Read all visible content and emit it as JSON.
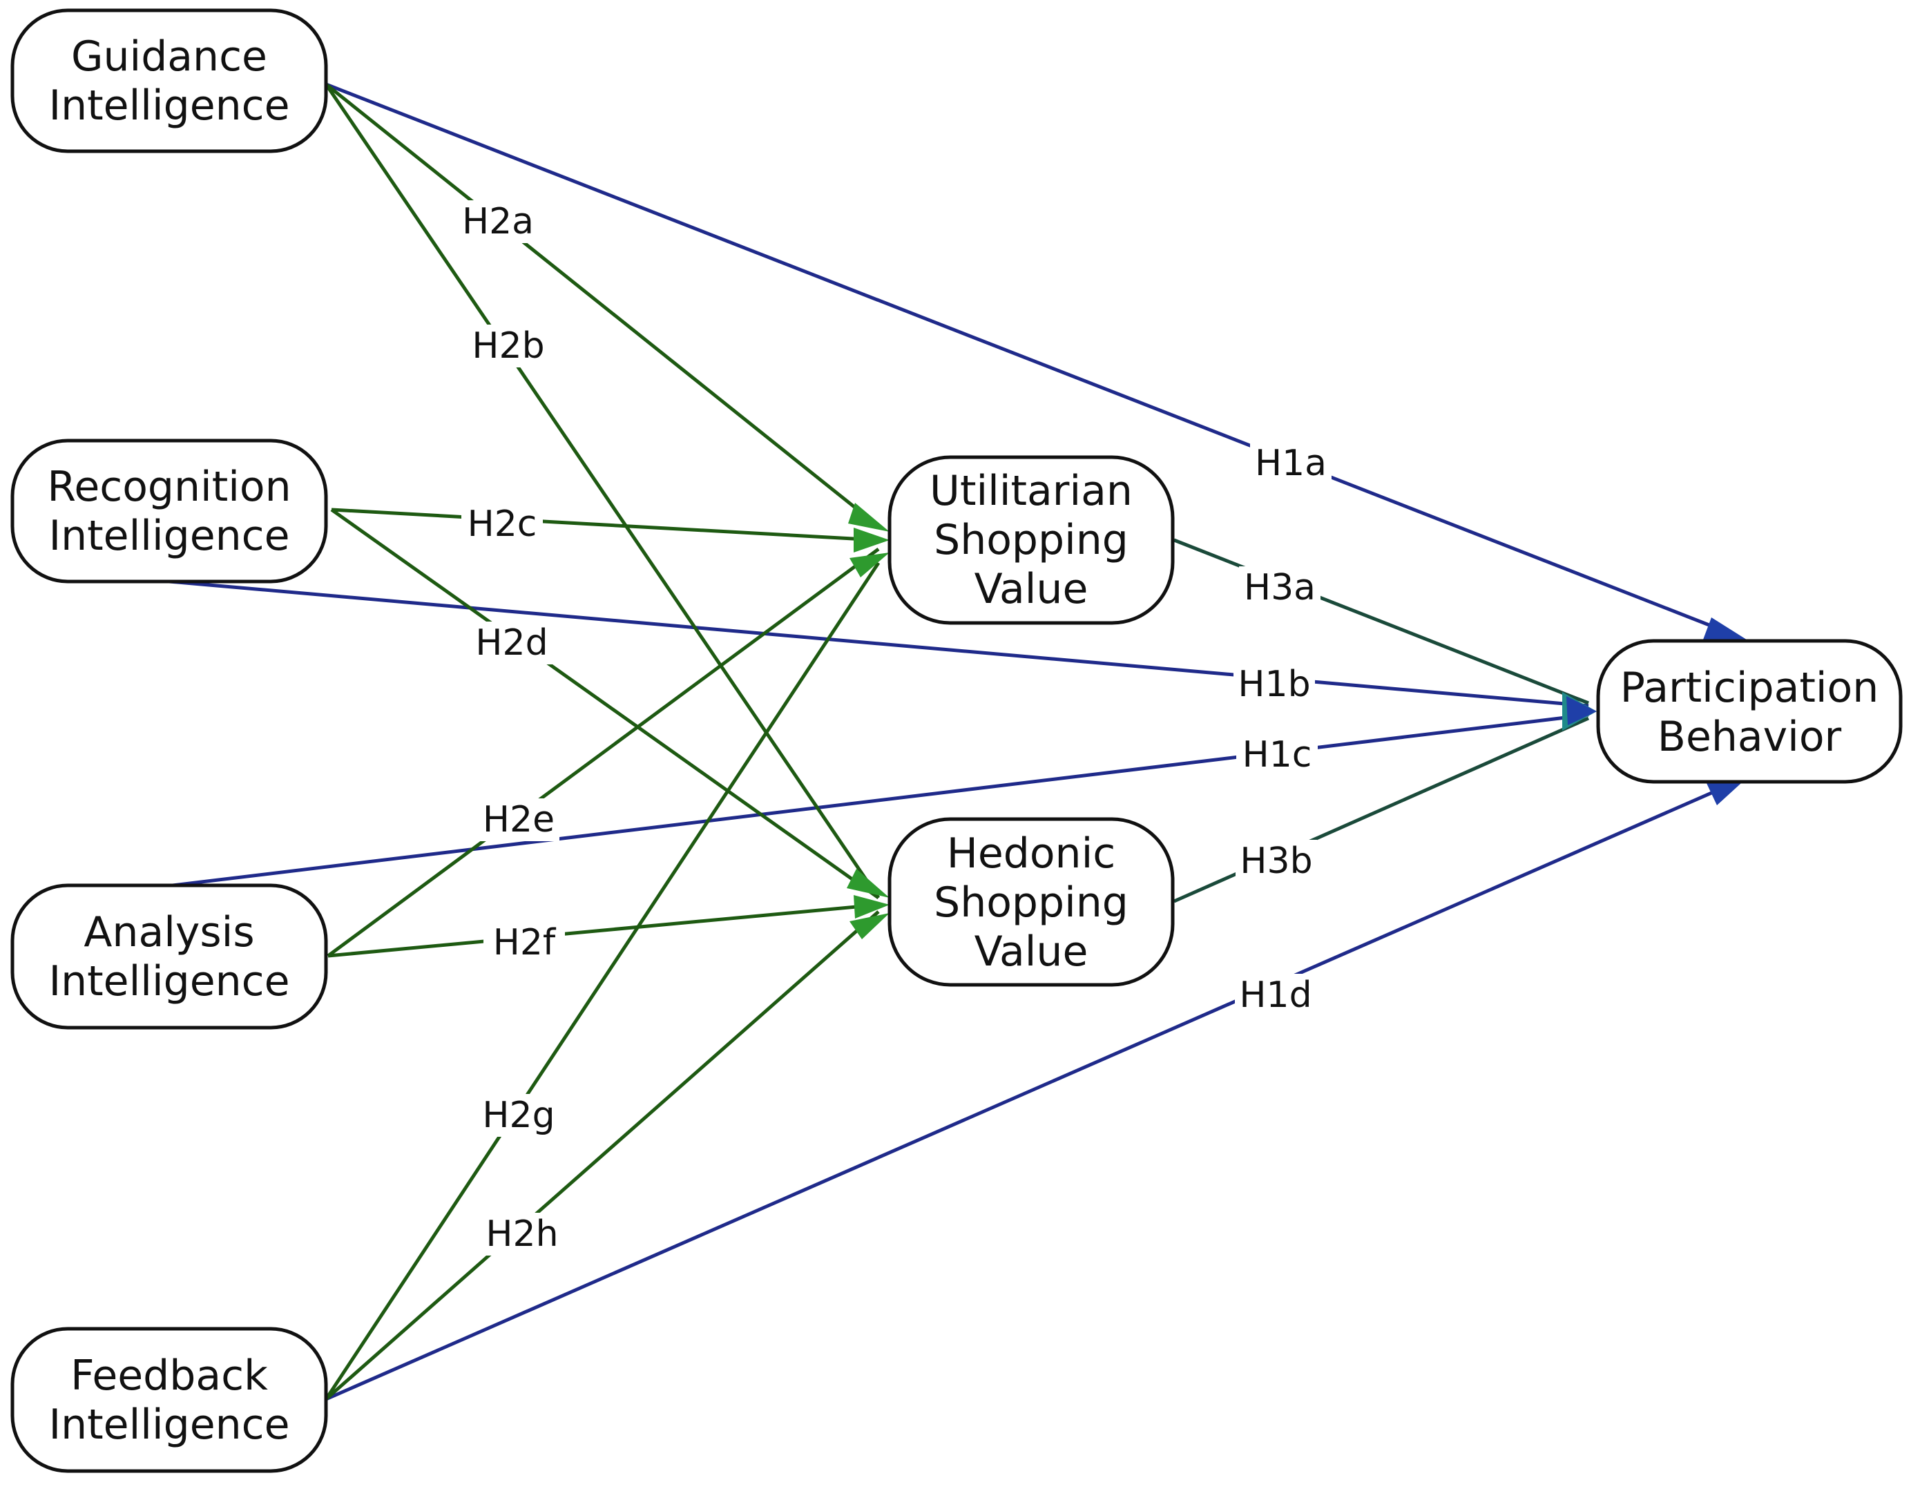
{
  "colors": {
    "direct_path": "#1f2a8a",
    "mediator_path": "#1e5a12",
    "arrow_green": "#2e9a2e",
    "arrow_blue": "#1f3fa8",
    "arrow_teal": "#1f8a8a",
    "outcome_path": "#1a4a3a"
  },
  "nodes": {
    "guidance": {
      "line1": "Guidance",
      "line2": "Intelligence"
    },
    "recognition": {
      "line1": "Recognition",
      "line2": "Intelligence"
    },
    "analysis": {
      "line1": "Analysis",
      "line2": "Intelligence"
    },
    "feedback": {
      "line1": "Feedback",
      "line2": "Intelligence"
    },
    "utilitarian": {
      "line1": "Utilitarian",
      "line2": "Shopping",
      "line3": "Value"
    },
    "hedonic": {
      "line1": "Hedonic",
      "line2": "Shopping",
      "line3": "Value"
    },
    "participation": {
      "line1": "Participation",
      "line2": "Behavior"
    }
  },
  "edges": [
    {
      "id": "H1a",
      "label": "H1a",
      "from": "guidance",
      "to": "participation",
      "kind": "direct"
    },
    {
      "id": "H1b",
      "label": "H1b",
      "from": "recognition",
      "to": "participation",
      "kind": "direct"
    },
    {
      "id": "H1c",
      "label": "H1c",
      "from": "analysis",
      "to": "participation",
      "kind": "direct"
    },
    {
      "id": "H1d",
      "label": "H1d",
      "from": "feedback",
      "to": "participation",
      "kind": "direct"
    },
    {
      "id": "H2a",
      "label": "H2a",
      "from": "guidance",
      "to": "utilitarian",
      "kind": "mediator"
    },
    {
      "id": "H2b",
      "label": "H2b",
      "from": "guidance",
      "to": "hedonic",
      "kind": "mediator"
    },
    {
      "id": "H2c",
      "label": "H2c",
      "from": "recognition",
      "to": "utilitarian",
      "kind": "mediator"
    },
    {
      "id": "H2d",
      "label": "H2d",
      "from": "recognition",
      "to": "hedonic",
      "kind": "mediator"
    },
    {
      "id": "H2e",
      "label": "H2e",
      "from": "analysis",
      "to": "utilitarian",
      "kind": "mediator"
    },
    {
      "id": "H2f",
      "label": "H2f",
      "from": "analysis",
      "to": "hedonic",
      "kind": "mediator"
    },
    {
      "id": "H2g",
      "label": "H2g",
      "from": "feedback",
      "to": "utilitarian",
      "kind": "mediator"
    },
    {
      "id": "H2h",
      "label": "H2h",
      "from": "feedback",
      "to": "hedonic",
      "kind": "mediator"
    },
    {
      "id": "H3a",
      "label": "H3a",
      "from": "utilitarian",
      "to": "participation",
      "kind": "outcome"
    },
    {
      "id": "H3b",
      "label": "H3b",
      "from": "hedonic",
      "to": "participation",
      "kind": "outcome"
    }
  ]
}
